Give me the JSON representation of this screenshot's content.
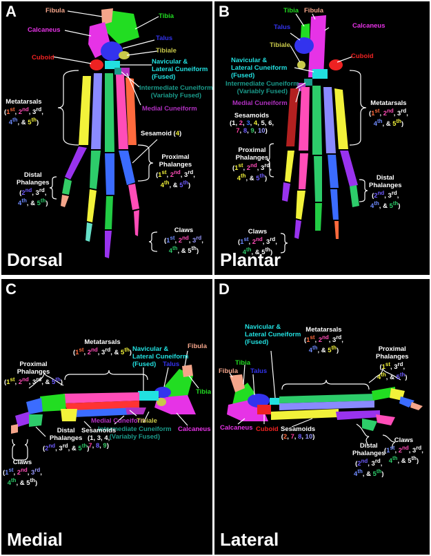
{
  "colors": {
    "fibula": "#f4a58a",
    "tibia": "#22dd22",
    "calcaneus": "#e633e6",
    "talus": "#3333ee",
    "tibiale": "#c8c84a",
    "cuboid": "#ee2222",
    "navicular": "#22e0e0",
    "intermediate": "#1a9a8a",
    "medial": "#b030c0",
    "white": "#ffffff",
    "d1": "#ff6a3d",
    "d2": "#ff4db8",
    "d3": "#3b6cff",
    "d4": "#f2f23a",
    "d5": "#2dcc6a",
    "d7": "#ff3d9e",
    "d8": "#6f5cff",
    "d9": "#3bcc6a",
    "d10": "#9a9aff"
  },
  "panels": {
    "A": {
      "letter": "A",
      "view": "Dorsal",
      "fibula": "Fibula",
      "tibia": "Tibia",
      "calcaneus": "Calcaneus",
      "talus": "Talus",
      "tibiale": "Tibiale",
      "cuboid": "Cuboid",
      "navicular_1": "Navicular &",
      "navicular_2": "Lateral Cuneiform",
      "navicular_3": "(Fused)",
      "intermediate_1": "Intermediate Cuneiform",
      "intermediate_2": "(Variably Fused)",
      "medial": "Medial Cuneiform",
      "metatarsals": "Metatarsals",
      "sesamoid_pre": "Sesamoid (",
      "sesamoid_num": "4",
      "sesamoid_post": ")",
      "proximal_1": "Proximal",
      "proximal_2": "Phalanges",
      "distal_1": "Distal",
      "distal_2": "Phalanges",
      "claws": "Claws"
    },
    "B": {
      "letter": "B",
      "view": "Plantar",
      "tibia": "Tibia",
      "fibula": "Fibula",
      "talus": "Talus",
      "calcaneus": "Calcaneus",
      "tibiale": "Tibiale",
      "cuboid": "Cuboid",
      "navicular_1": "Navicular &",
      "navicular_2": "Lateral Cuneiform",
      "navicular_3": "(Fused)",
      "intermediate_1": "Intermediate Cuneiform",
      "intermediate_2": "(Variably Fused)",
      "medial": "Medial Cuneiform",
      "metatarsals": "Metatarsals",
      "sesamoids": "Sesamoids",
      "proximal_1": "Proximal",
      "proximal_2": "Phalanges",
      "distal_1": "Distal",
      "distal_2": "Phalanges",
      "claws": "Claws"
    },
    "C": {
      "letter": "C",
      "view": "Medial",
      "metatarsals": "Metatarsals",
      "navicular_1": "Navicular &",
      "navicular_2": "Lateral Cuneiform",
      "navicular_3": "(Fused)",
      "talus": "Talus",
      "fibula": "Fibula",
      "tibia": "Tibia",
      "proximal_1": "Proximal",
      "proximal_2": "Phalanges",
      "medial": "Medial Cuneiform",
      "tibiale": "Tibiale",
      "calcaneus": "Calcaneus",
      "intermediate_1": "Intermediate Cuneiform",
      "intermediate_2": "(Variably Fused)",
      "distal_1": "Distal",
      "distal_2": "Phalanges",
      "sesamoids": "Sesamoids",
      "claws": "Claws"
    },
    "D": {
      "letter": "D",
      "view": "Lateral",
      "navicular_1": "Navicular &",
      "navicular_2": "Lateral Cuneiform",
      "navicular_3": "(Fused)",
      "metatarsals": "Metatarsals",
      "proximal_1": "Proximal",
      "proximal_2": "Phalanges",
      "tibia": "Tibia",
      "fibula": "Fibula",
      "talus": "Talus",
      "calcaneus": "Calcaneus",
      "cuboid": "Cuboid",
      "sesamoids": "Sesamoids",
      "distal_1": "Distal",
      "distal_2": "Phalanges",
      "claws": "Claws"
    }
  },
  "ord": {
    "one": "1",
    "two": "2",
    "three": "3",
    "four": "4",
    "five": "5",
    "st": "st",
    "nd": "nd",
    "rd": "rd",
    "th": "th",
    "comma": ",",
    "and": "&"
  },
  "nums": {
    "n1": "1",
    "n2": "2",
    "n3": "3",
    "n4": "4",
    "n5": "5",
    "n6": "6",
    "n7": "7",
    "n8": "8",
    "n9": "9",
    "n10": "10"
  }
}
